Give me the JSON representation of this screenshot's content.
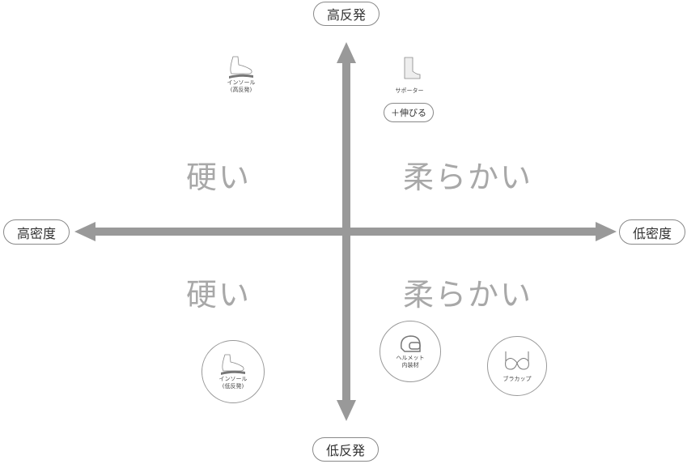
{
  "axes": {
    "top": "高反発",
    "bottom": "低反発",
    "left": "高密度",
    "right": "低密度",
    "color": "#999999"
  },
  "quadrants": {
    "top_left": "硬い",
    "top_right": "柔らかい",
    "bottom_left": "硬い",
    "bottom_right": "柔らかい"
  },
  "items": {
    "insole_high": {
      "line1": "インソール",
      "line2": "(高反発)",
      "icon": "foot-icon"
    },
    "supporter": {
      "label": "サポーター",
      "badge": "＋伸びる",
      "icon": "ankle-supporter-icon"
    },
    "insole_low": {
      "line1": "インソール",
      "line2": "(低反発)",
      "icon": "foot-icon"
    },
    "helmet": {
      "line1": "ヘルメット",
      "line2": "内装材",
      "icon": "helmet-icon"
    },
    "bra": {
      "label": "ブラカップ",
      "icon": "bra-icon"
    }
  }
}
